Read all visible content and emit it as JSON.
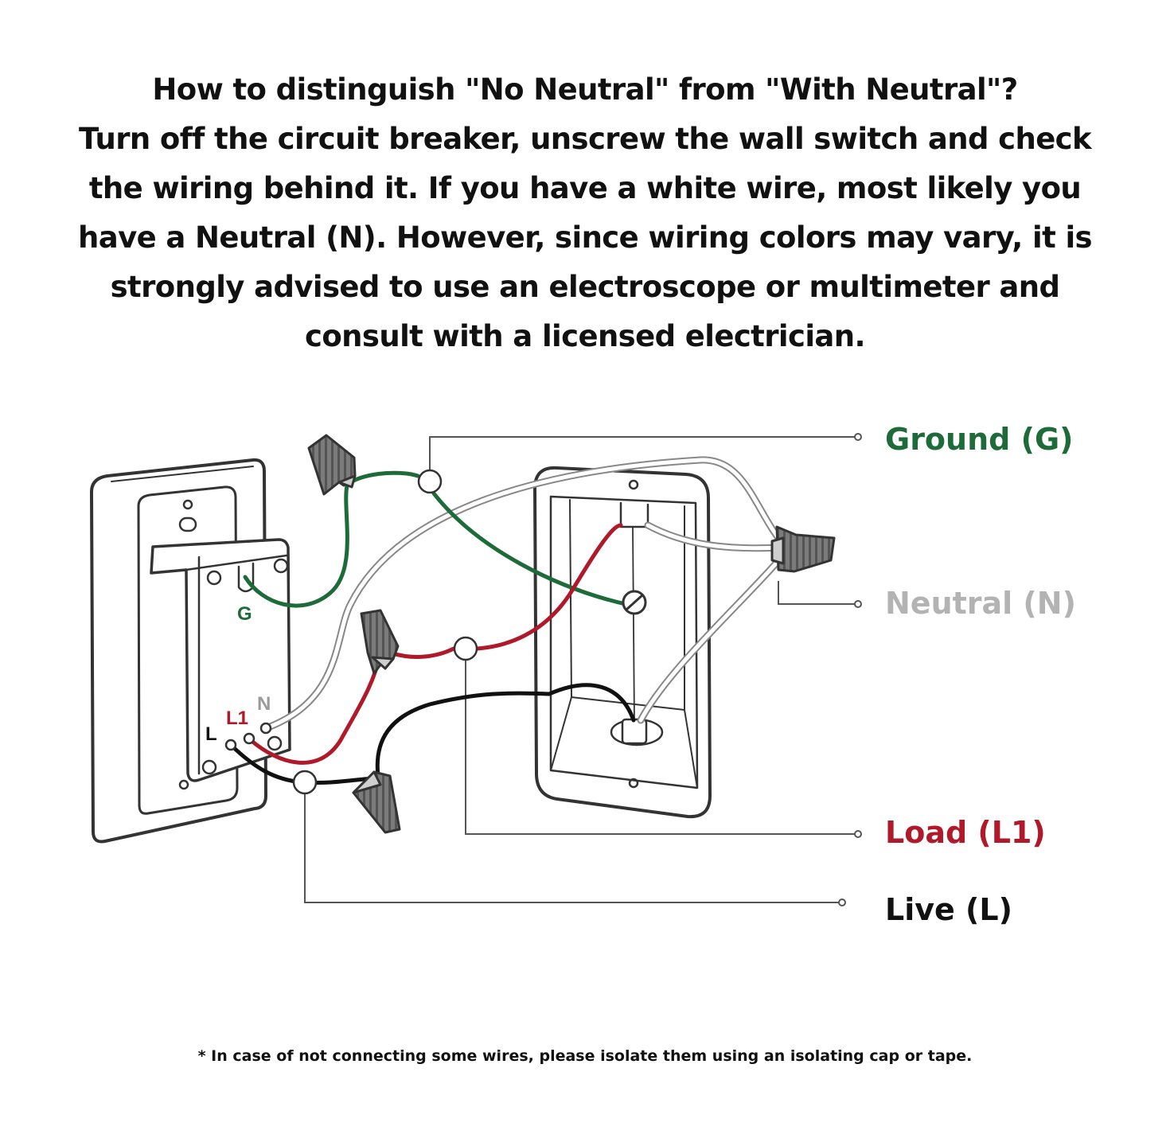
{
  "heading": {
    "lines": [
      "How to distinguish \"No Neutral\" from \"With Neutral\"?",
      "Turn off the circuit breaker, unscrew the wall switch and check",
      "the wiring behind it. If you have a white wire, most likely you",
      "have a Neutral (N). However, since wiring colors may vary, it is",
      "strongly advised  to use an electroscope or multimeter and",
      "consult with a licensed electrician."
    ]
  },
  "terminals": {
    "g": "G",
    "l": "L",
    "l1": "L1",
    "n": "N"
  },
  "legend": {
    "ground": "Ground (G)",
    "neutral": "Neutral (N)",
    "load": "Load (L1)",
    "live": "Live (L)"
  },
  "colors": {
    "ground": "#1e6b3a",
    "neutral": "#b3b3b3",
    "load": "#b0192a",
    "live": "#111111"
  },
  "footnote": "* In case of not connecting some wires, please isolate them using an isolating cap or tape."
}
